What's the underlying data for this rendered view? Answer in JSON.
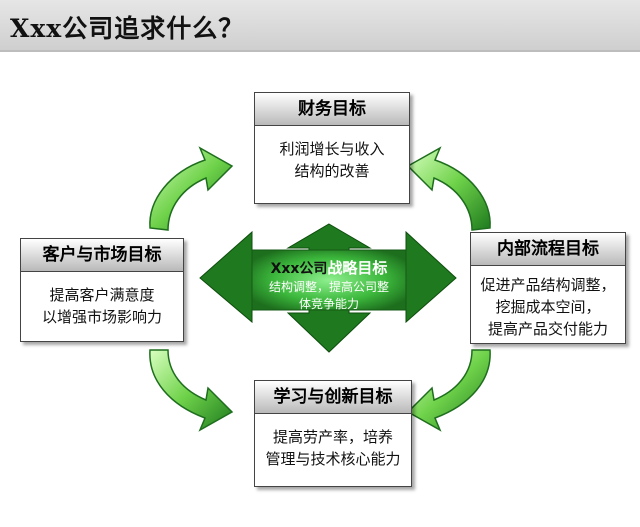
{
  "title": "Xxx公司追求什么？",
  "center": {
    "label_prefix": "Xxx公司",
    "label_main": "战略目标",
    "desc_line1": "结构调整，提高公司整",
    "desc_line2": "体竞争能力"
  },
  "cards": {
    "finance": {
      "title": "财务目标",
      "lines": [
        "利润增长与收入",
        "结构的改善"
      ]
    },
    "customer": {
      "title": "客户与市场目标",
      "lines": [
        "提高客户满意度",
        "以增强市场影响力"
      ]
    },
    "internal": {
      "title": "内部流程目标",
      "lines": [
        "促进产品结构调整，",
        "挖掘成本空间，",
        "提高产品交付能力"
      ]
    },
    "learning": {
      "title": "学习与创新目标",
      "lines": [
        "提高劳产率，培养",
        "管理与技术核心能力"
      ]
    }
  },
  "colors": {
    "arrow_green": "#2f9e2f",
    "arrow_light": "#b6f59a",
    "center_dark": "#1d6e1d",
    "center_light": "#5fd35f"
  }
}
